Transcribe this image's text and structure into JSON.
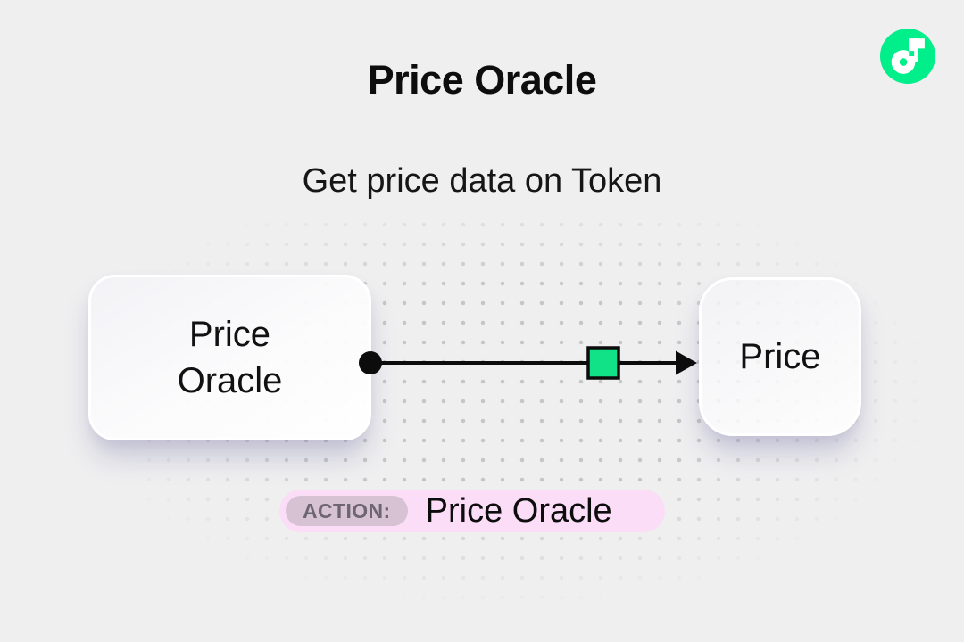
{
  "header": {
    "title": "Price Oracle",
    "subtitle": "Get price data on Token"
  },
  "brand": {
    "logo_name": "flow-logo"
  },
  "diagram": {
    "source_node": {
      "label": "Price Oracle"
    },
    "target_node": {
      "label": "Price"
    }
  },
  "action_bar": {
    "badge_label": "ACTION:",
    "action_name": "Price Oracle"
  },
  "colors": {
    "background": "#EFEFF0",
    "flow_green": "#00EF8B",
    "marker_green": "#12E287",
    "pill_bg": "#FBDDF8",
    "badge_bg": "#D7C2D4",
    "badge_text": "#6D6670",
    "dot": "#C6C6C6",
    "ink": "#0D0D0D"
  }
}
